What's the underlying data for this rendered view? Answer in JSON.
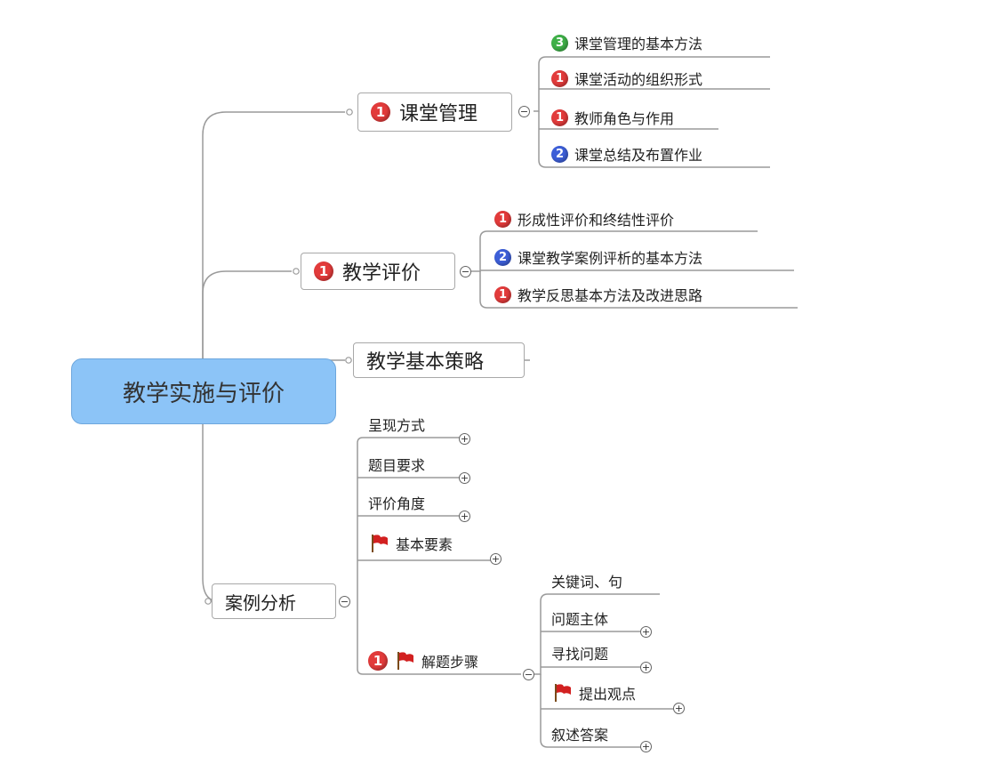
{
  "colors": {
    "badge_1": "#e23b3b",
    "badge_2": "#3d5fd8",
    "badge_3": "#3fb048",
    "main_fill": "#8cc4f7",
    "flag": "#d22020"
  },
  "main": {
    "label": "教学实施与评价"
  },
  "branches": {
    "classroom_management": {
      "label": "课堂管理",
      "badge": "1",
      "leaves": [
        {
          "label": "课堂管理的基本方法",
          "badge": "3"
        },
        {
          "label": "课堂活动的组织形式",
          "badge": "1"
        },
        {
          "label": "教师角色与作用",
          "badge": "1"
        },
        {
          "label": "课堂总结及布置作业",
          "badge": "2"
        }
      ]
    },
    "teaching_evaluation": {
      "label": "教学评价",
      "badge": "1",
      "leaves": [
        {
          "label": "形成性评价和终结性评价",
          "badge": "1"
        },
        {
          "label": "课堂教学案例评析的基本方法",
          "badge": "2"
        },
        {
          "label": "教学反思基本方法及改进思路",
          "badge": "1"
        }
      ]
    },
    "teaching_strategy": {
      "label": "教学基本策略"
    },
    "case_analysis": {
      "label": "案例分析",
      "leaves": [
        {
          "label": "呈现方式"
        },
        {
          "label": "题目要求"
        },
        {
          "label": "评价角度"
        },
        {
          "label": "基本要素",
          "icon": "red-flag-icon"
        }
      ],
      "steps": {
        "label": "解题步骤",
        "badge": "1",
        "icon": "red-flag-icon",
        "leaves": [
          {
            "label": "关键词、句"
          },
          {
            "label": "问题主体"
          },
          {
            "label": "寻找问题"
          },
          {
            "label": "提出观点",
            "icon": "red-flag-icon"
          },
          {
            "label": "叙述答案"
          }
        ]
      }
    }
  },
  "toggles": {
    "collapse": "−",
    "expand": "+"
  }
}
